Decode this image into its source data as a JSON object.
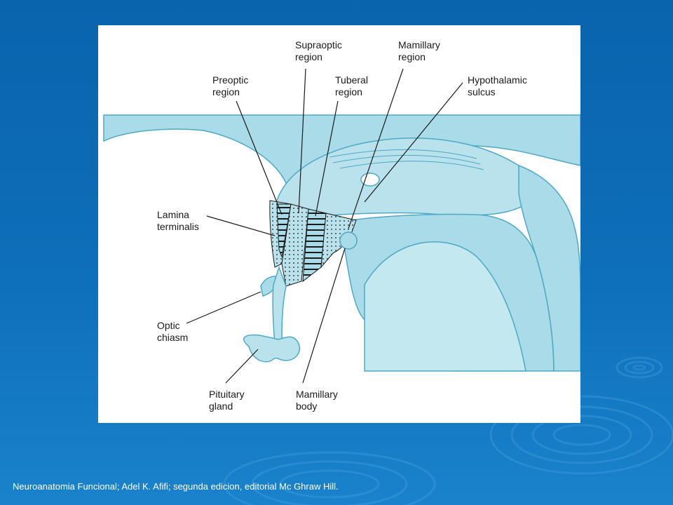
{
  "slide": {
    "caption": "Neuroanatomia Funcional; Adel K. Afifi; segunda edicion, editorial Mc Ghraw Hill."
  },
  "diagram": {
    "labels": {
      "supraoptic": "Supraoptic\nregion",
      "mamillary_region": "Mamillary\nregion",
      "preoptic": "Preoptic\nregion",
      "tuberal": "Tuberal\nregion",
      "hypothalamic_sulcus": "Hypothalamic\nsulcus",
      "lamina_terminalis": "Lamina\nterminalis",
      "optic_chiasm": "Optic\nchiasm",
      "pituitary_gland": "Pituitary\ngland",
      "mamillary_body": "Mamillary\nbody"
    }
  },
  "colors": {
    "background": "#0e6fba",
    "panel": "#ffffff",
    "tissue": "#a9dbe8",
    "tissue_light": "#d3eef5",
    "outline": "#4ea9c4"
  }
}
